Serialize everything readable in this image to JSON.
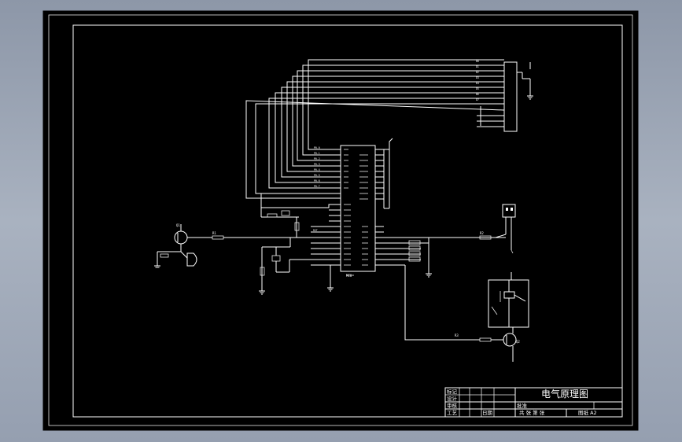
{
  "title_block": {
    "drawing_title": "电气原理图",
    "row_labels": [
      "标记",
      "设计",
      "审核",
      "工艺"
    ],
    "material_mark": "批准",
    "sheet_info": "共 张 第 张",
    "scale_info": "图纸 A2",
    "date_mark": "日期"
  },
  "colors": {
    "background": "#000000",
    "line": "#ffffff",
    "viewport": "#9aa4b4"
  }
}
